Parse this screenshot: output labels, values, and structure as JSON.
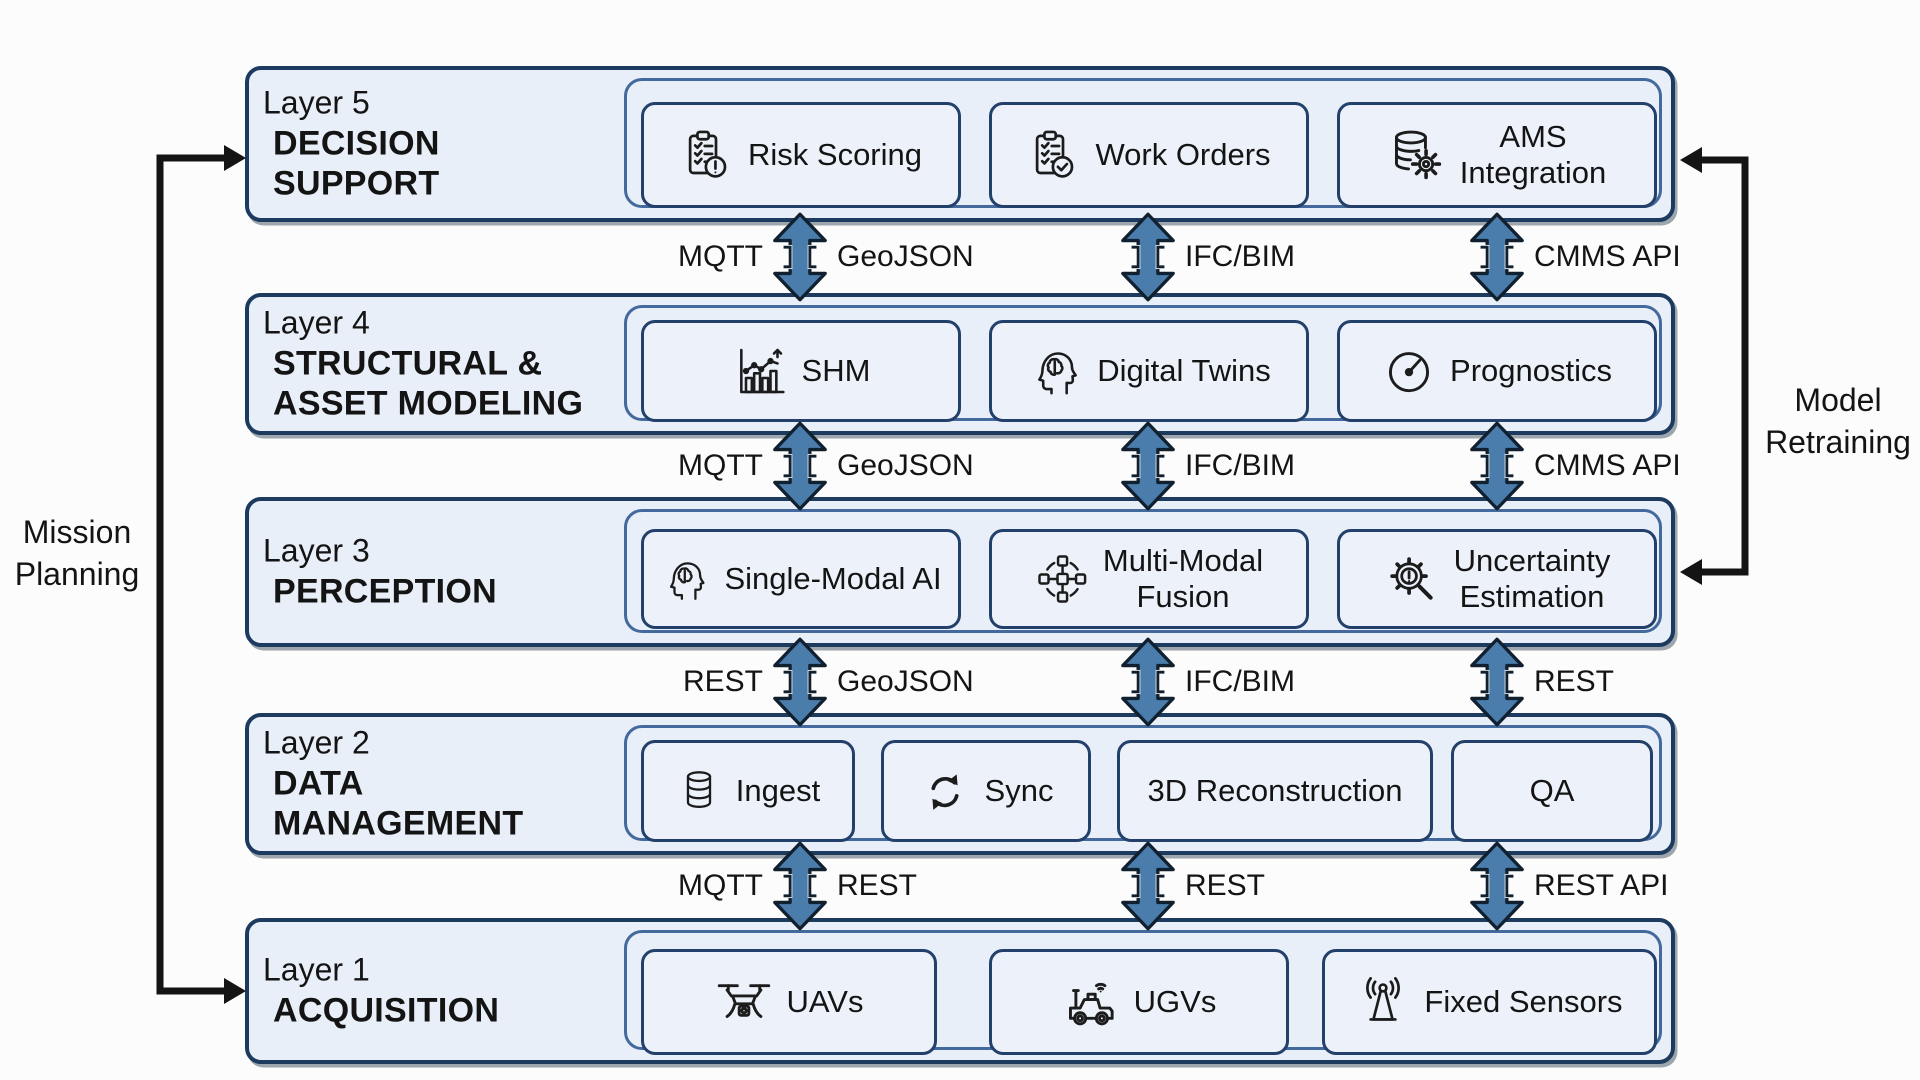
{
  "annotations": {
    "mission_planning": "Mission\nPlanning",
    "model_retraining": "Model\nRetraining"
  },
  "layers": [
    {
      "label": "Layer 5",
      "title": "DECISION\nSUPPORT",
      "modules": [
        {
          "name": "Risk Scoring",
          "icon": "clipboard-alert-icon"
        },
        {
          "name": "Work Orders",
          "icon": "clipboard-check-icon"
        },
        {
          "name": "AMS\nIntegration",
          "icon": "database-gear-icon"
        }
      ]
    },
    {
      "label": "Layer 4",
      "title": "STRUCTURAL &\nASSET MODELING",
      "modules": [
        {
          "name": "SHM",
          "icon": "chart-trend-icon"
        },
        {
          "name": "Digital Twins",
          "icon": "brain-head-icon"
        },
        {
          "name": "Prognostics",
          "icon": "gauge-icon"
        }
      ]
    },
    {
      "label": "Layer 3",
      "title": "PERCEPTION",
      "modules": [
        {
          "name": "Single-Modal AI",
          "icon": "ai-head-icon"
        },
        {
          "name": "Multi-Modal\nFusion",
          "icon": "fusion-nodes-icon"
        },
        {
          "name": "Uncertainty\nEstimation",
          "icon": "gear-alert-magnifier-icon"
        }
      ]
    },
    {
      "label": "Layer 2",
      "title": "DATA\nMANAGEMENT",
      "modules": [
        {
          "name": "Ingest",
          "icon": "database-icon"
        },
        {
          "name": "Sync",
          "icon": "sync-arrows-icon"
        },
        {
          "name": "3D Reconstruction",
          "icon": ""
        },
        {
          "name": "QA",
          "icon": ""
        }
      ]
    },
    {
      "label": "Layer 1",
      "title": "ACQUISITION",
      "modules": [
        {
          "name": "UAVs",
          "icon": "drone-icon"
        },
        {
          "name": "UGVs",
          "icon": "rover-icon"
        },
        {
          "name": "Fixed Sensors",
          "icon": "antenna-icon"
        }
      ]
    }
  ],
  "connections": [
    {
      "between": "layer5-layer4",
      "items": [
        {
          "left": "MQTT",
          "right": "GeoJSON"
        },
        {
          "left": "",
          "right": "IFC/BIM"
        },
        {
          "left": "",
          "right": "CMMS API"
        }
      ]
    },
    {
      "between": "layer4-layer3",
      "items": [
        {
          "left": "MQTT",
          "right": "GeoJSON"
        },
        {
          "left": "",
          "right": "IFC/BIM"
        },
        {
          "left": "",
          "right": "CMMS API"
        }
      ]
    },
    {
      "between": "layer3-layer2",
      "items": [
        {
          "left": "REST",
          "right": "GeoJSON"
        },
        {
          "left": "",
          "right": "IFC/BIM"
        },
        {
          "left": "",
          "right": "REST"
        }
      ]
    },
    {
      "between": "layer2-layer1",
      "items": [
        {
          "left": "MQTT",
          "right": "REST"
        },
        {
          "left": "",
          "right": "REST"
        },
        {
          "left": "",
          "right": "REST API"
        }
      ]
    }
  ],
  "colors": {
    "layer_fill": "#e9eff8",
    "layer_border": "#1d3a5f",
    "module_fill": "#edf2fa",
    "module_border": "#23406b",
    "inner_panel_border": "#44699c",
    "arrow_fill": "#4a7cac",
    "arrow_outline": "#10202f",
    "route_line": "#141414",
    "text": "#141414"
  }
}
